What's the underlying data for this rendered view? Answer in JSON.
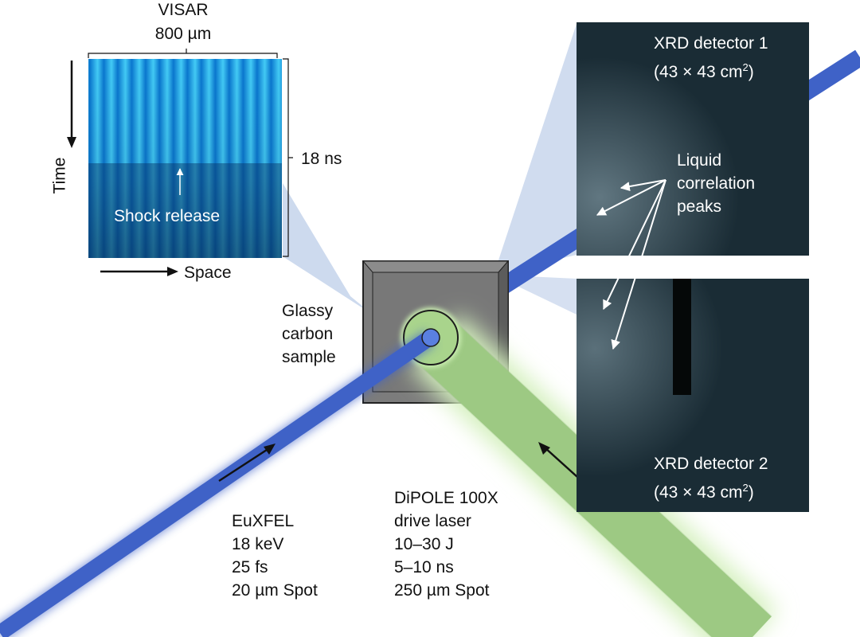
{
  "visar": {
    "title": "VISAR",
    "width_label": "800 µm",
    "duration_label": "18 ns",
    "time_axis": "Time",
    "space_axis": "Space",
    "annotation": "Shock release"
  },
  "sample": {
    "lines": [
      "Glassy",
      "carbon",
      "sample"
    ]
  },
  "detector1": {
    "title": "XRD detector 1",
    "size_prefix": "(43 × 43 cm",
    "size_sup": "2",
    "size_suffix": ")"
  },
  "detector2": {
    "title": "XRD detector 2",
    "size_prefix": "(43 × 43 cm",
    "size_sup": "2",
    "size_suffix": ")"
  },
  "peaks": {
    "lines": [
      "Liquid",
      "correlation",
      "peaks"
    ]
  },
  "xfel": {
    "lines": [
      "EuXFEL",
      "18 keV",
      "25 fs",
      "20 µm Spot"
    ]
  },
  "laser": {
    "lines": [
      "DiPOLE 100X",
      "drive laser",
      "10–30 J",
      "5–10 ns",
      "250 µm Spot"
    ]
  },
  "colors": {
    "xray_beam": "#3f62c7",
    "laser_beam": "#a9d48c",
    "laser_glow": "#d4f0bd",
    "sample_face": "#7c7c7c",
    "visar_fringe": "#2ab4ff",
    "detector_bg": "#1a2c35"
  }
}
